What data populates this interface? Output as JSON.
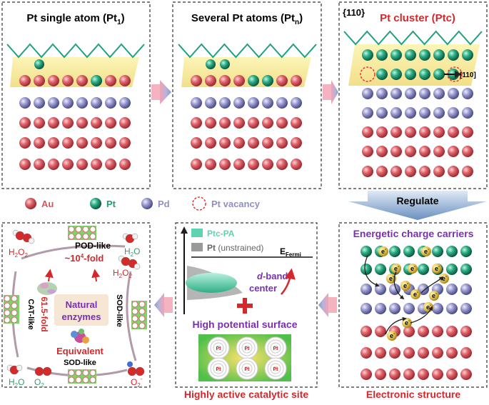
{
  "colors": {
    "au": "#d9545c",
    "pt": "#1f9d78",
    "pd": "#8f8fc4",
    "vacancy": "#e8343a",
    "accent_red": "#d4282c",
    "accent_purple": "#7a2fb2",
    "ptc_pa": "#5ed3b2",
    "pt_unstrained": "#9a9a9a",
    "surface_band": "#f4ec9a"
  },
  "panels": {
    "single": {
      "title": "Pt single atom (Pt",
      "sub": "1",
      "close": ")"
    },
    "several": {
      "title": "Several Pt atoms (Pt",
      "sub": "n",
      "close": ")"
    },
    "cluster": {
      "facet": "{110}",
      "title": "Pt cluster (Ptc)",
      "direction": "[110]"
    }
  },
  "legend": {
    "au": "Au",
    "pt": "Pt",
    "pd": "Pd",
    "vacancy": "Pt vacancy"
  },
  "regulate": "Regulate",
  "electronic": {
    "heading": "Energetic charge carriers",
    "caption": "Electronic structure",
    "electron": "e",
    "electron_sup": "-"
  },
  "catalytic": {
    "legend_a": "Ptc-PA",
    "legend_b_main": "Pt",
    "legend_b_paren": " (unstrained)",
    "fermi": "E",
    "fermi_sub": "Fermi",
    "dband_d": "d",
    "dband_rest": "-band",
    "dband_center": "center",
    "surface": "High potential surface",
    "caption": "Highly active catalytic site",
    "pt_label": "Pt"
  },
  "enzymes": {
    "center": [
      "Natural",
      "enzymes"
    ],
    "equivalent": "Equivalent",
    "pod_like": "POD-like",
    "pod_fold": "~10",
    "pod_fold_sup": "4",
    "pod_fold_tail": "-fold",
    "cat_like": "CAT-like",
    "cat_fold": "61.5-fold",
    "sod_like_right": "SOD-like",
    "sod_like_bottom": "SOD-like",
    "h2o2_left": "H",
    "h2o2_right": "H",
    "h2o_top": "H",
    "h2o_bottom": "H",
    "o2_bottom": "O",
    "o2_right": "O",
    "two": "2",
    "o_letter": "O",
    "o2minus_sup": "-"
  }
}
